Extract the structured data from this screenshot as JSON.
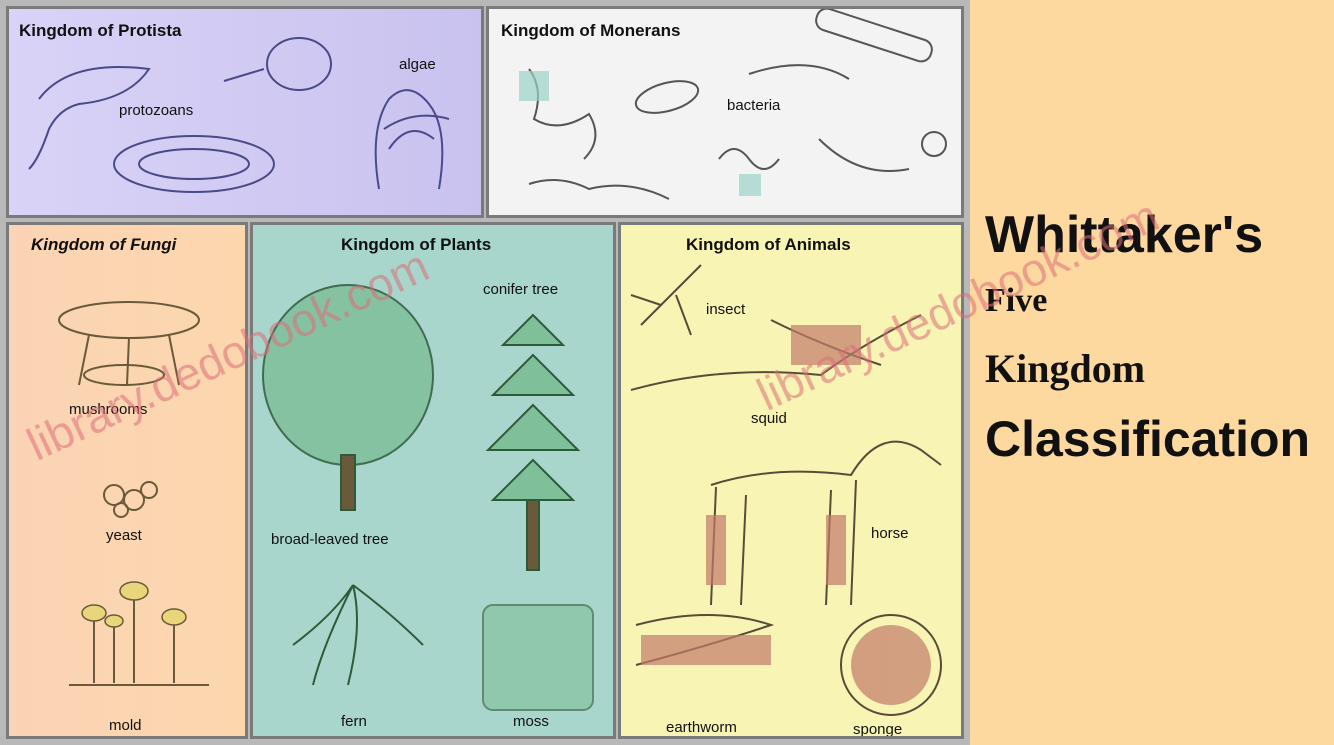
{
  "panels": {
    "protista": {
      "title": "Kingdom of Protista",
      "labels": {
        "algae": "algae",
        "protozoans": "protozoans"
      }
    },
    "monerans": {
      "title": "Kingdom of Monerans",
      "labels": {
        "bacteria": "bacteria"
      }
    },
    "fungi": {
      "title": "Kingdom of Fungi",
      "labels": {
        "mushrooms": "mushrooms",
        "yeast": "yeast",
        "mold": "mold"
      }
    },
    "plants": {
      "title": "Kingdom of Plants",
      "labels": {
        "conifer": "conifer tree",
        "broadleaf": "broad-leaved tree",
        "fern": "fern",
        "moss": "moss"
      }
    },
    "animals": {
      "title": "Kingdom of Animals",
      "labels": {
        "insect": "insect",
        "squid": "squid",
        "horse": "horse",
        "earthworm": "earthworm",
        "sponge": "sponge"
      }
    }
  },
  "heading": {
    "line1": "Whittaker's",
    "line2": "Five",
    "line3": "Kingdom",
    "line4": "Classification"
  },
  "watermark": {
    "text": "library.dedobook.com"
  },
  "colors": {
    "protista_bg": "#cfc8f2",
    "monerans_bg": "#f3f3f3",
    "fungi_bg": "#fbd3b5",
    "plants_bg": "#a8d6cc",
    "animals_bg": "#f8f4b4",
    "page_bg": "#fdd9a0"
  }
}
